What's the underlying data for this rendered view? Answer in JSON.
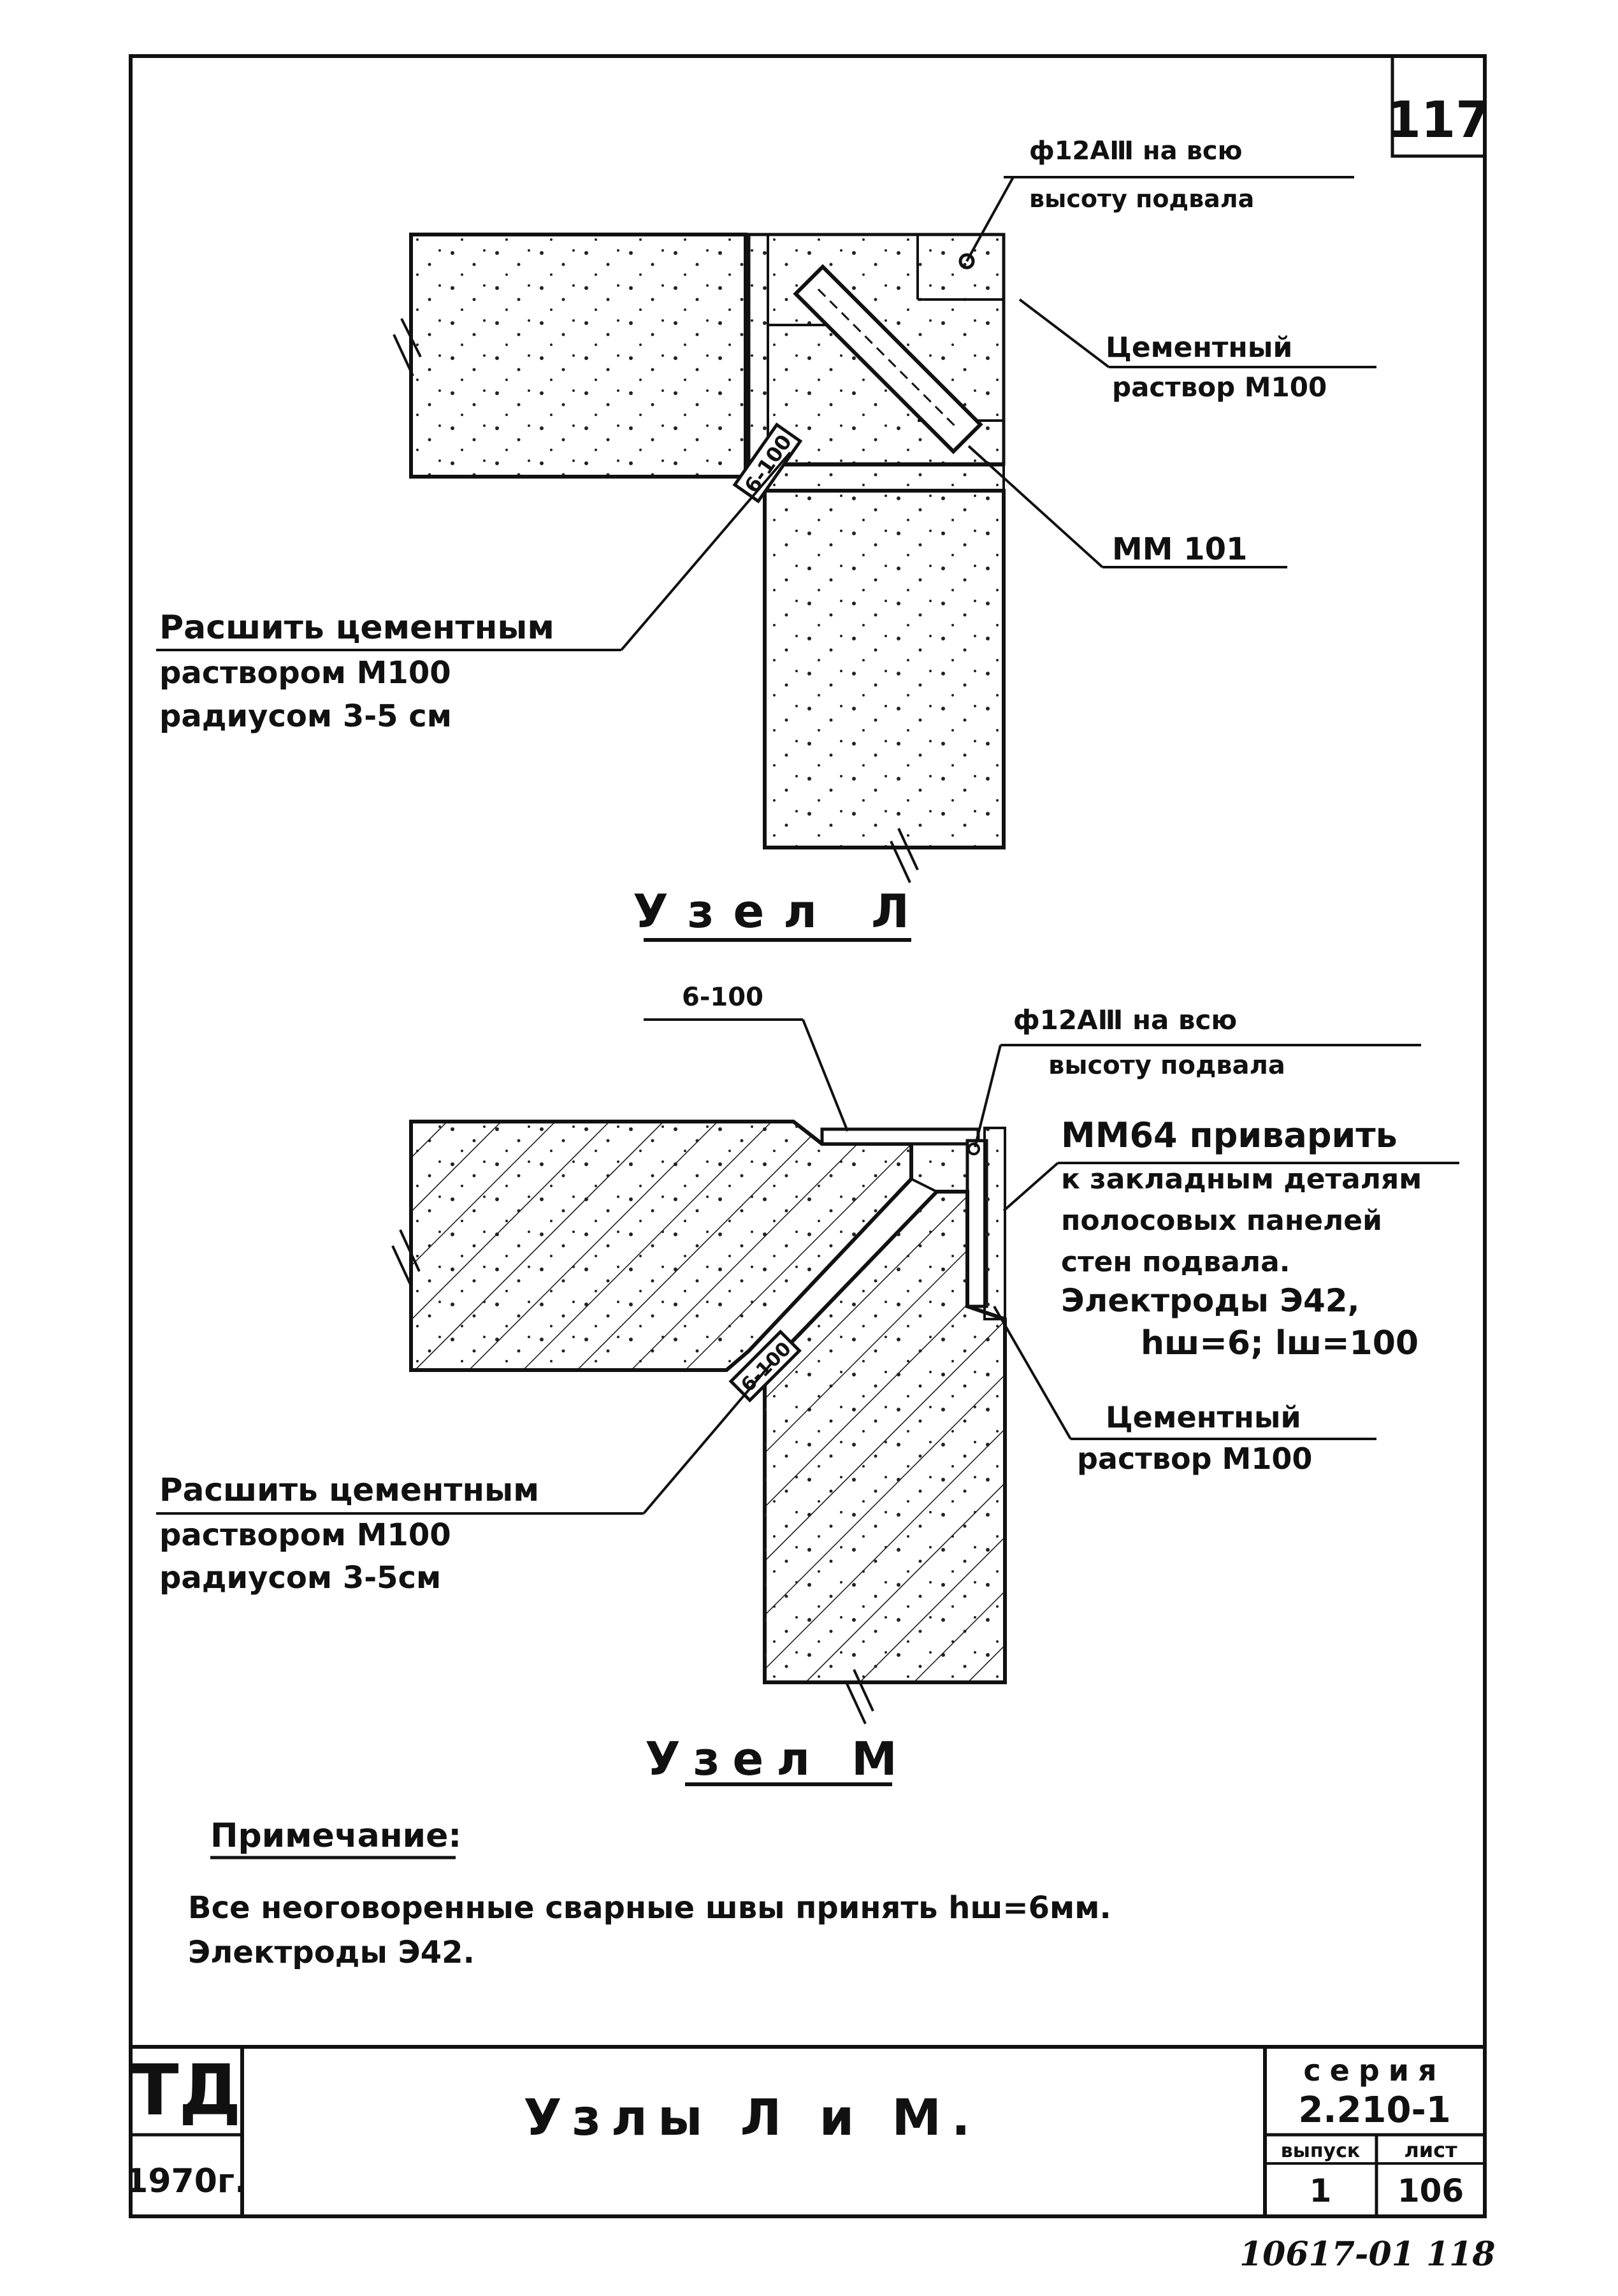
{
  "sheet": {
    "number": "117"
  },
  "node_l": {
    "title": "Узел Л",
    "rebar_label_1": "ф12АⅢ на всю",
    "rebar_label_2": "высоту подвала",
    "mortar_label_1": "Цементный",
    "mortar_label_2": "раствор М100",
    "part_label": "ММ 101",
    "joint_label_1": "Расшить цементным",
    "joint_label_2": "раствором М100",
    "joint_label_3": "радиусом 3-5 см",
    "weld_mark": "6-100"
  },
  "node_m": {
    "title": "Узел М",
    "weld_label": "6-100",
    "rebar_label_1": "ф12АⅢ на всю",
    "rebar_label_2": "высоту подвала",
    "part_label_1": "ММ64   приварить",
    "part_label_2": "к закладным деталям",
    "part_label_3": "полосовых панелей",
    "part_label_4": "стен подвала.",
    "part_label_5": "Электроды Э42,",
    "part_label_6": "hш=6; lш=100",
    "mortar_label_1": "Цементный",
    "mortar_label_2": "раствор М100",
    "joint_label_1": "Расшить цементным",
    "joint_label_2": "раствором М100",
    "joint_label_3": "радиусом 3-5см",
    "weld_mark": "6-100"
  },
  "note": {
    "heading": "Примечание:",
    "line1": "Все неоговоренные сварные швы принять hш=6мм.",
    "line2": "Электроды Э42."
  },
  "title_block": {
    "logo": "ТД",
    "year": "1970г.",
    "title": "Узлы Л и М.",
    "series_label": "серия",
    "series_value": "2.210-1",
    "issue_label": "выпуск",
    "issue_value": "1",
    "sheet_label": "лист",
    "sheet_value": "106"
  },
  "footer": {
    "stamp": "10617-01   118"
  }
}
